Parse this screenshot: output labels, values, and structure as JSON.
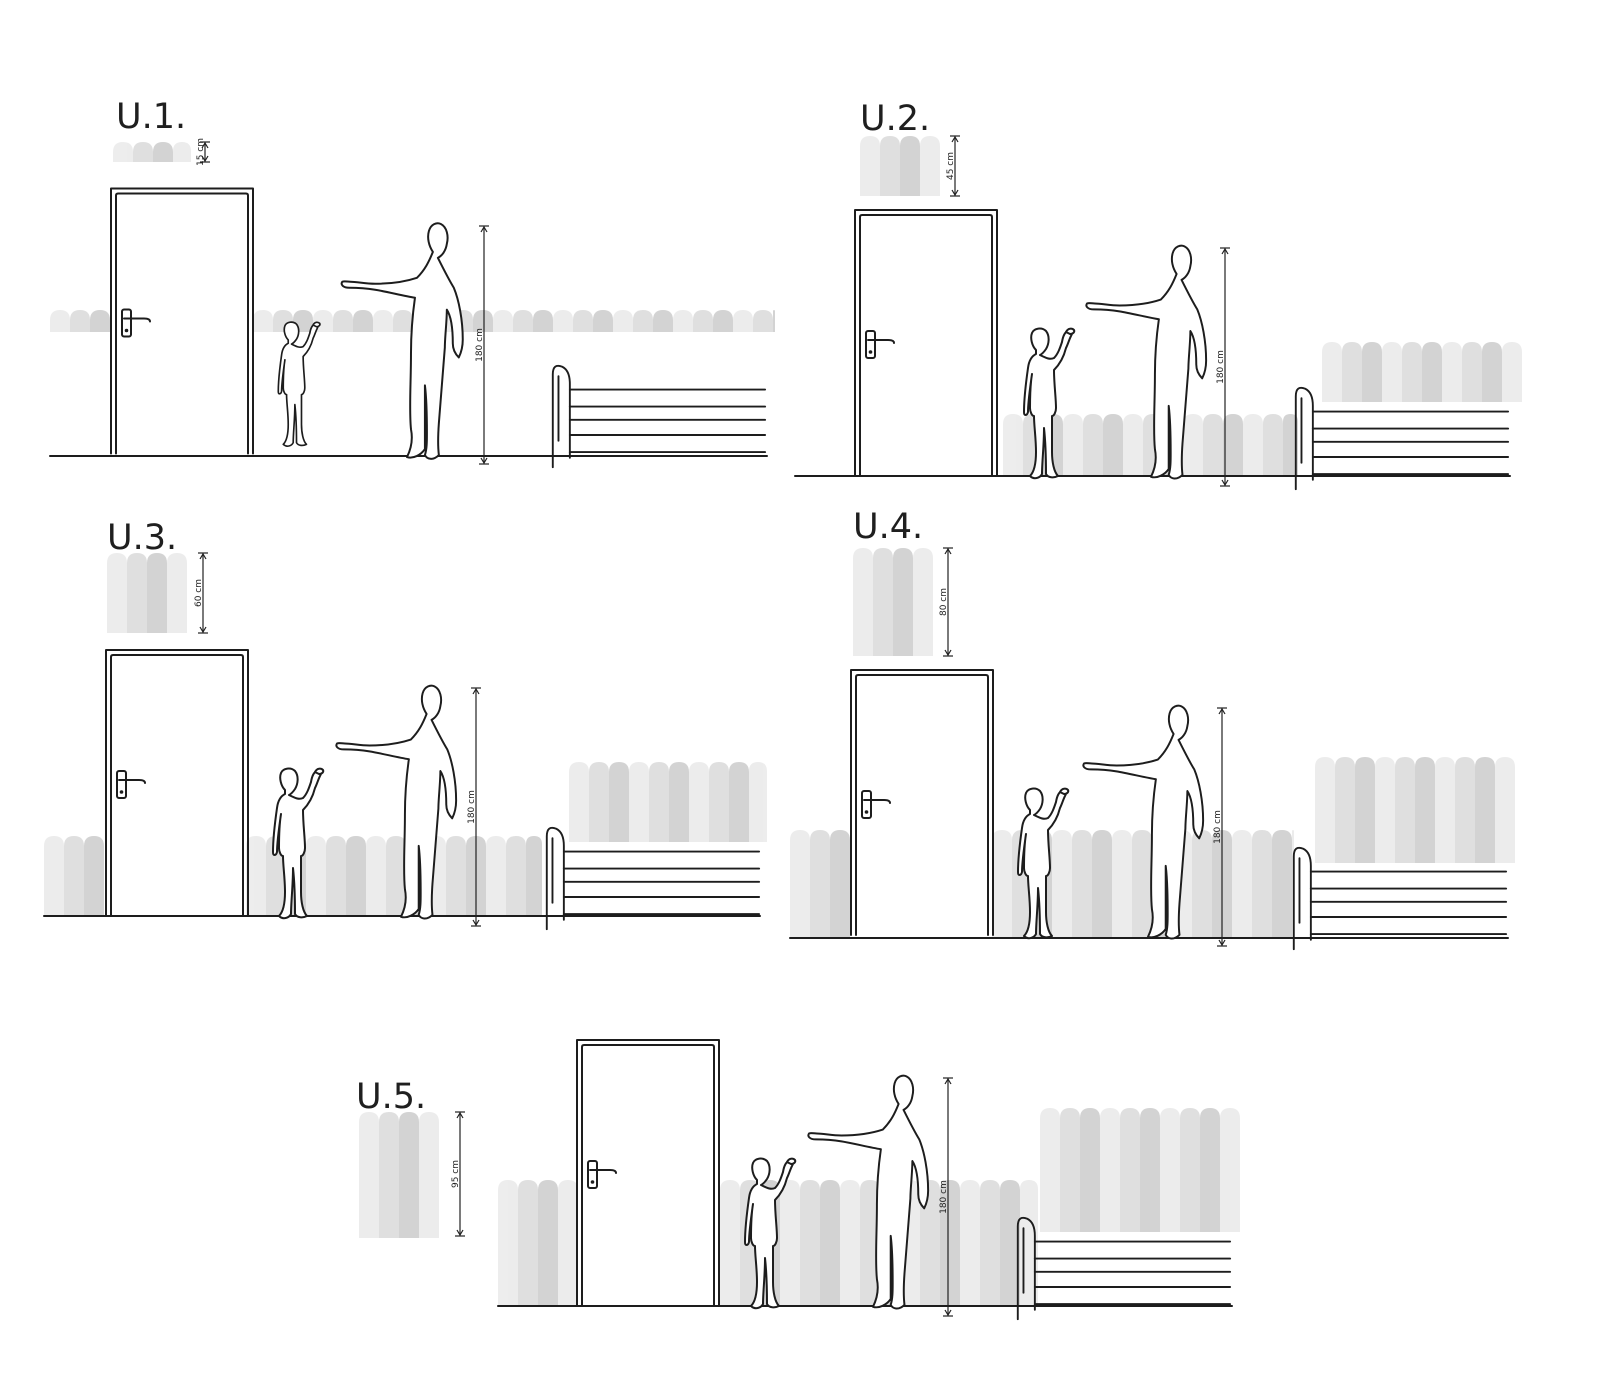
{
  "colors": {
    "ink": "#1d1d1d",
    "panel_light": "#ebebeb",
    "panel_mid": "#dcdcdc",
    "panel_dark": "#cfcfcf",
    "background": "#ffffff"
  },
  "variants": [
    {
      "id": "u1",
      "title": "U.1.",
      "panel_height": "15 cm",
      "person_height": "180 cm"
    },
    {
      "id": "u2",
      "title": "U.2.",
      "panel_height": "45 cm",
      "person_height": "180 cm"
    },
    {
      "id": "u3",
      "title": "U.3.",
      "panel_height": "60 cm",
      "person_height": "180 cm"
    },
    {
      "id": "u4",
      "title": "U.4.",
      "panel_height": "80 cm",
      "person_height": "180 cm"
    },
    {
      "id": "u5",
      "title": "U.5.",
      "panel_height": "95 cm",
      "person_height": "180 cm"
    }
  ],
  "icons": {
    "door": "door-icon",
    "door_handle": "door-handle-icon",
    "adult": "adult-figure-icon",
    "child": "child-figure-icon",
    "bed": "bed-icon",
    "panel": "wall-panel-icon",
    "dimension": "dimension-arrow-icon"
  }
}
